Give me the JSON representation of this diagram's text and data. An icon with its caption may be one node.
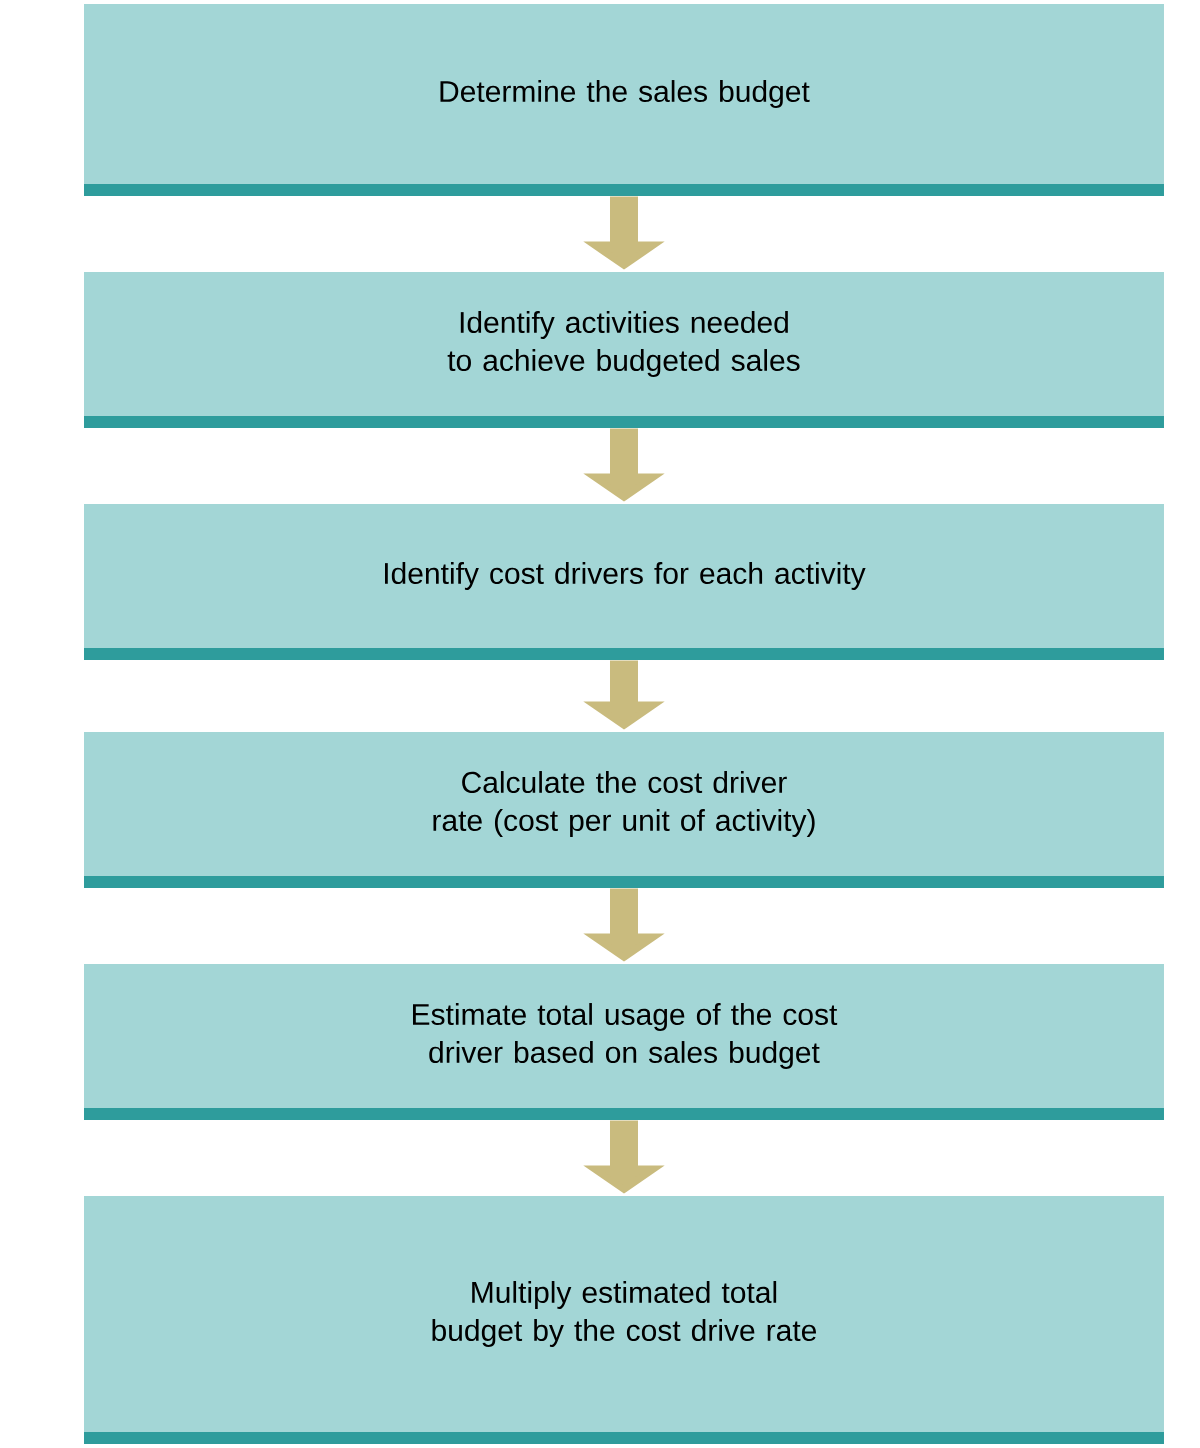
{
  "diagram": {
    "nodes": [
      {
        "text": [
          "Determine the sales budget"
        ]
      },
      {
        "text": [
          "Identify activities needed to achieve budgeted sales"
        ]
      },
      {
        "text": [
          "Identify cost drivers for each activity"
        ]
      },
      {
        "text": [
          "Calculate the cost driver rate (cost per unit of activity)"
        ]
      },
      {
        "text": [
          "Estimate total usage of the cost driver based on sales budget"
        ]
      },
      {
        "text": [
          "Multiply estimated total budget by the cost drive rate"
        ]
      }
    ],
    "edges": [
      {
        "from": 0,
        "to": 1,
        "arrow": "to"
      },
      {
        "from": 1,
        "to": 2,
        "arrow": "to"
      },
      {
        "from": 2,
        "to": 3,
        "arrow": "to"
      },
      {
        "from": 3,
        "to": 4,
        "arrow": "to"
      },
      {
        "from": 4,
        "to": 5,
        "arrow": "to"
      }
    ]
  }
}
